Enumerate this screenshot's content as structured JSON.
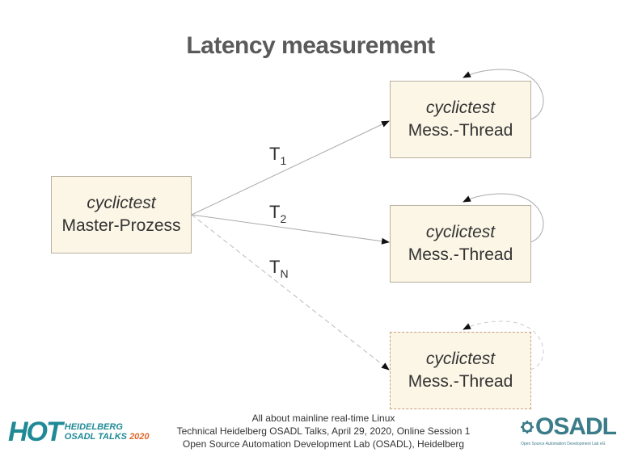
{
  "slide": {
    "title": "Latency measurement",
    "master": {
      "line1": "cyclictest",
      "line2": "Master-Prozess"
    },
    "threads": [
      {
        "line1": "cyclictest",
        "line2": "Mess.-Thread"
      },
      {
        "line1": "cyclictest",
        "line2": "Mess.-Thread"
      },
      {
        "line1": "cyclictest",
        "line2": "Mess.-Thread"
      }
    ],
    "edges": [
      {
        "base": "T",
        "sub": "1"
      },
      {
        "base": "T",
        "sub": "2"
      },
      {
        "base": "T",
        "sub": "N"
      }
    ]
  },
  "footer": {
    "line1": "All about mainline real-time Linux",
    "line2": "Technical Heidelberg OSADL Talks, April 29, 2020, Online Session 1",
    "line3": "Open Source Automation Development Lab (OSADL), Heidelberg"
  },
  "logos": {
    "hot": {
      "big": "HOT",
      "line1": "HEIDELBERG",
      "line2a": "OSADL TALKS",
      "line2b": "2020"
    },
    "osadl": {
      "text": "OSADL",
      "tagline": "Open Source Automation Development Lab eG"
    }
  },
  "colors": {
    "box_fill": "#fcf6e6",
    "teal": "#1f8a96",
    "orange": "#e0682a"
  }
}
